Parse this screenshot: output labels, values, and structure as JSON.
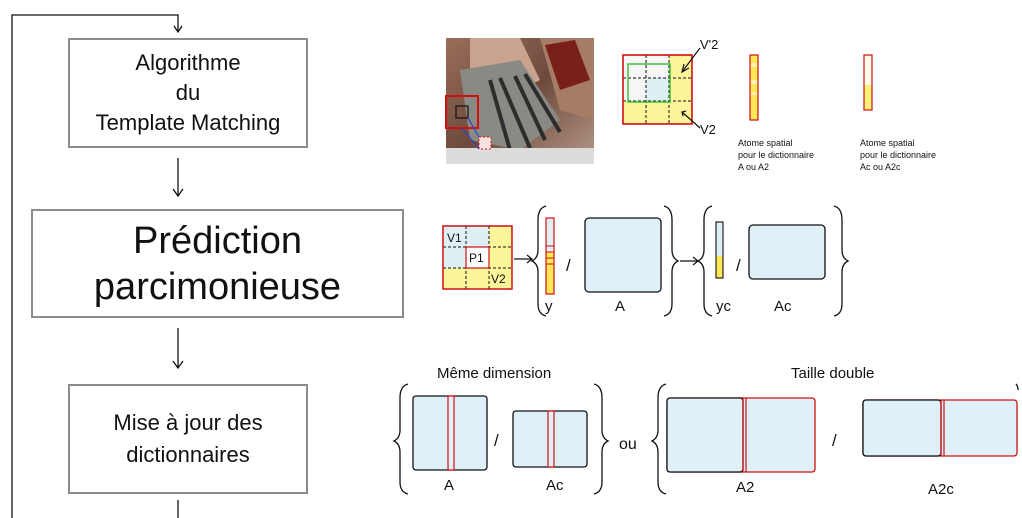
{
  "boxes": {
    "step1": [
      "Algorithme",
      "du",
      "Template Matching"
    ],
    "step2": [
      "Prédiction",
      "parcimonieuse"
    ],
    "step3": [
      "Mise à jour des",
      "dictionnaires"
    ]
  },
  "matching": {
    "label_v2p": "V'2",
    "label_v2": "V2",
    "atom1": [
      "Atome spatial",
      "pour le dictionnaire",
      "A ou A2"
    ],
    "atom2": [
      "Atome spatial",
      "pour le dictionnaire",
      "Ac ou A2c"
    ]
  },
  "prediction": {
    "cells": {
      "v1": "V1",
      "p1": "P1",
      "v2": "V2"
    },
    "y": "y",
    "slash": "/",
    "A": "A",
    "yc": "yc",
    "Ac": "Ac"
  },
  "update": {
    "same_dim": "Même dimension",
    "double_size": "Taille double",
    "A": "A",
    "Ac": "Ac",
    "ou": "ou",
    "A2": "A2",
    "A2c": "A2c",
    "slash": "/"
  }
}
